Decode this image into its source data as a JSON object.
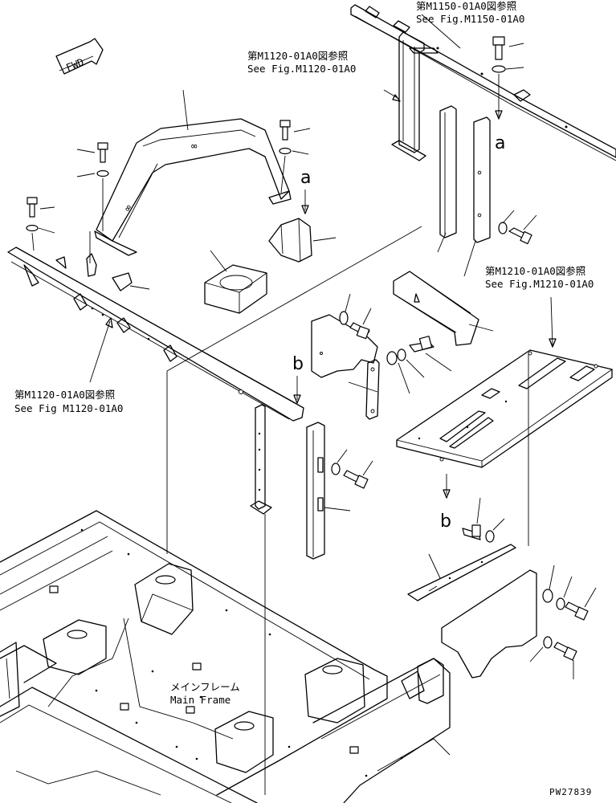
{
  "references": {
    "m1150_jp": "第M1150-01A0図参照",
    "m1150_en": "See Fig.M1150-01A0",
    "m1120_top_jp": "第M1120-01A0図参照",
    "m1120_top_en": "See Fig.M1120-01A0",
    "m1210_jp": "第M1210-01A0図参照",
    "m1210_en": "See Fig.M1210-01A0",
    "m1120_left_jp": "第M1120-01A0図参照",
    "m1120_left_en": "See Fig M1120-01A0"
  },
  "main_frame": {
    "jp": "メインフレーム",
    "en": "Main Frame"
  },
  "markers": {
    "a_upper": "a",
    "a_lower": "a",
    "b_upper": "b",
    "b_lower": "b"
  },
  "fwd": "FWD",
  "drawing_number": "PW27839"
}
